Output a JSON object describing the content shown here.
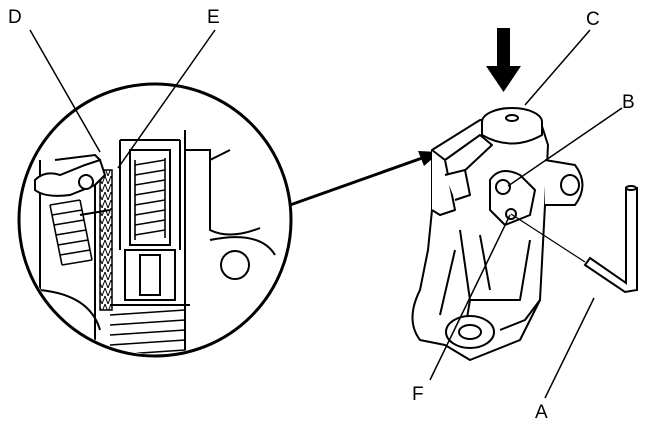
{
  "labels": {
    "A": "A",
    "B": "B",
    "C": "C",
    "D": "D",
    "E": "E",
    "F": "F"
  },
  "colors": {
    "ink": "#000000",
    "paper": "#ffffff",
    "hatch": "#555555"
  }
}
